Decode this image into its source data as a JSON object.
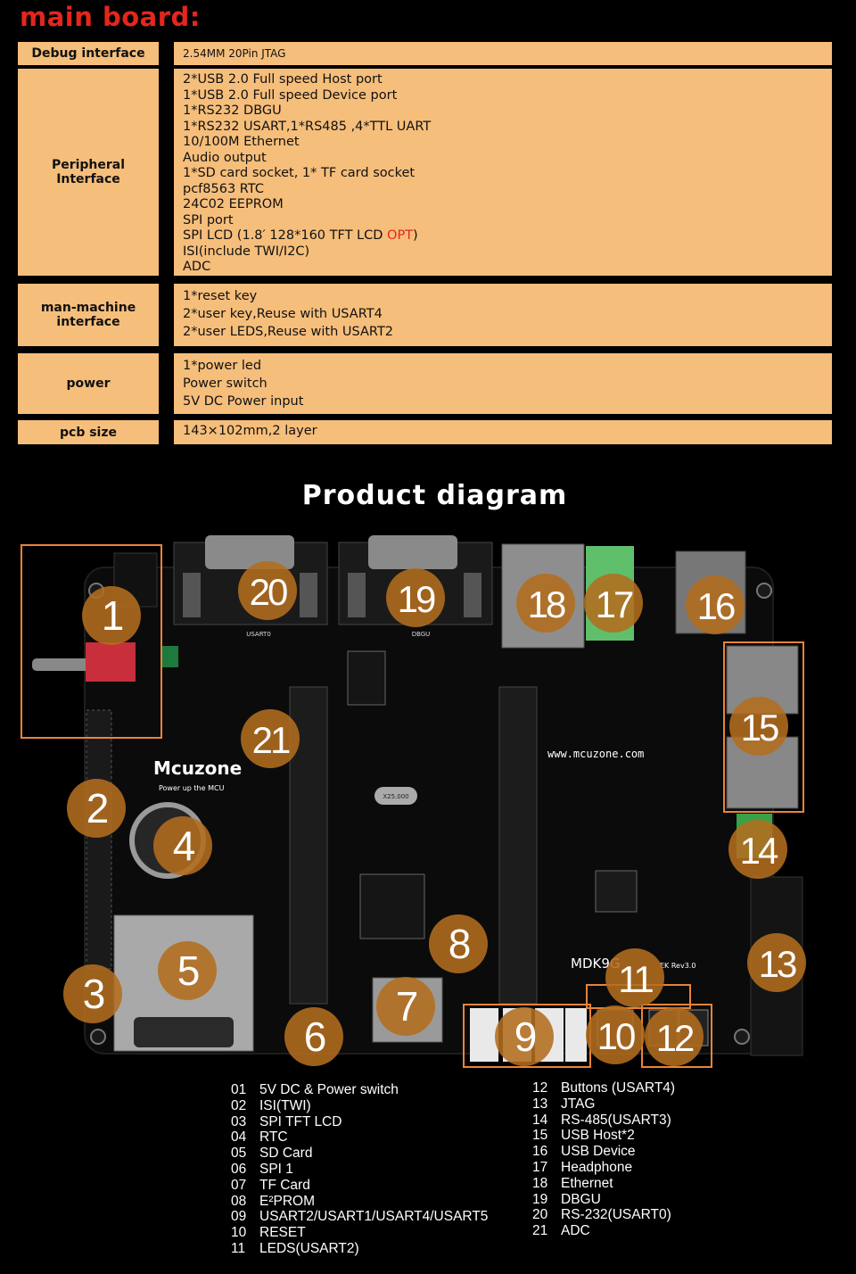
{
  "title": "main board:",
  "specs": {
    "debug": {
      "label": "Debug interface",
      "value": "2.54MM 20Pin JTAG"
    },
    "peripheral": {
      "label": "Peripheral Interface",
      "lines": [
        "2*USB 2.0 Full speed Host port",
        "1*USB 2.0 Full speed Device port",
        "1*RS232 DBGU",
        "1*RS232 USART,1*RS485 ,4*TTL UART",
        "10/100M Ethernet",
        "Audio output",
        "1*SD card socket, 1* TF card socket",
        "pcf8563 RTC",
        "24C02 EEPROM",
        "SPI port"
      ],
      "lcd_line_prefix": "SPI LCD (1.8′  128*160 TFT LCD ",
      "lcd_line_opt": "OPT",
      "lcd_line_suffix": ")",
      "lines_after": [
        "ISI(include TWI/I2C)",
        "ADC"
      ]
    },
    "hmi": {
      "label_line1": "man-machine",
      "label_line2": "interface",
      "lines": [
        "1*reset key",
        "2*user key,Reuse with USART4",
        "2*user LEDS,Reuse with USART2"
      ]
    },
    "power": {
      "label": "power",
      "lines": [
        "1*power led",
        "Power switch",
        "5V DC Power input"
      ]
    },
    "pcb": {
      "label": "pcb size",
      "value": "143×102mm,2 layer"
    }
  },
  "diagram_heading": "Product diagram",
  "board": {
    "logo": "Mcuzone",
    "logo_tagline": "Power up the MCU",
    "url_text": "www.mcuzone.com",
    "model_text": "MDK9G",
    "model_suffix": "EK Rev3.0",
    "silkscreen": {
      "usart0": "USART0",
      "dbgu": "DBGU",
      "crystal": "X25.000"
    },
    "markers": [
      "1",
      "2",
      "3",
      "4",
      "5",
      "6",
      "7",
      "8",
      "9",
      "10",
      "11",
      "12",
      "13",
      "14",
      "15",
      "16",
      "17",
      "18",
      "19",
      "20",
      "21"
    ],
    "colors": {
      "marker": "#b36d1f",
      "highlight": "#e8843a",
      "pcb": "#0b0b0b"
    }
  },
  "legend": {
    "left": [
      {
        "num": "01",
        "text": "5V DC & Power switch"
      },
      {
        "num": "02",
        "text": "ISI(TWI)"
      },
      {
        "num": "03",
        "text": "SPI TFT LCD"
      },
      {
        "num": "04",
        "text": "RTC"
      },
      {
        "num": "05",
        "text": "SD Card"
      },
      {
        "num": "06",
        "text": "SPI 1"
      },
      {
        "num": "07",
        "text": "TF Card"
      },
      {
        "num": "08",
        "text": "E²PROM"
      },
      {
        "num": "09",
        "text": "USART2/USART1/USART4/USART5"
      },
      {
        "num": "10",
        "text": "RESET"
      },
      {
        "num": "11",
        "text": "LEDS(USART2)"
      }
    ],
    "right": [
      {
        "num": "12",
        "text": "Buttons (USART4)"
      },
      {
        "num": "13",
        "text": "JTAG"
      },
      {
        "num": "14",
        "text": "RS-485(USART3)"
      },
      {
        "num": "15",
        "text": "USB Host*2"
      },
      {
        "num": "16",
        "text": "USB Device"
      },
      {
        "num": "17",
        "text": "Headphone"
      },
      {
        "num": "18",
        "text": "Ethernet"
      },
      {
        "num": "19",
        "text": "DBGU"
      },
      {
        "num": "20",
        "text": "RS-232(USART0)"
      },
      {
        "num": "21",
        "text": "ADC"
      }
    ]
  }
}
